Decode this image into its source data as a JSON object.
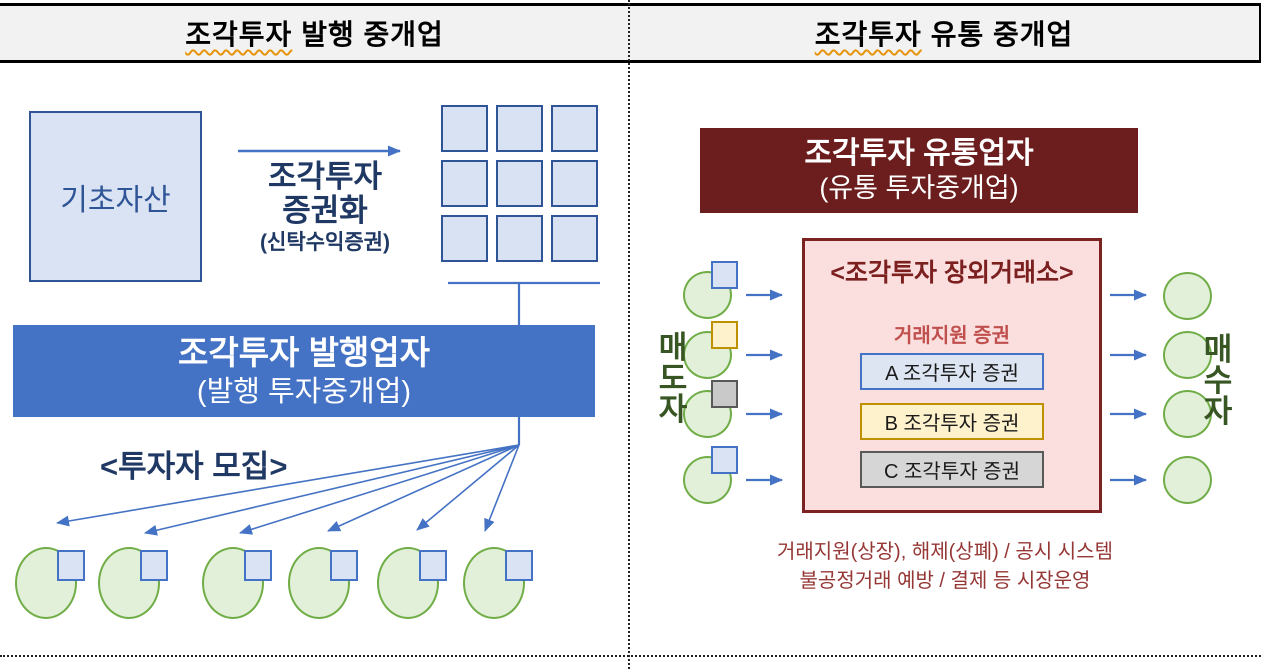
{
  "header": {
    "left_title": {
      "underlined": "조각투자",
      "rest": "발행 중개업"
    },
    "right_title": {
      "underlined": "조각투자",
      "rest": "유통 중개업"
    }
  },
  "left_panel": {
    "asset_box_label": "기초자산",
    "securitization": {
      "line1": "조각투자",
      "line2": "증권화",
      "line3": "(신탁수익증권)"
    },
    "token_grid_cells": 9,
    "issuer_box": {
      "line1": "조각투자 발행업자",
      "line2": "(발행 투자중개업)"
    },
    "recruit_label": "<투자자 모집>",
    "investor_count": 6
  },
  "right_panel": {
    "distributor_box": {
      "line1": "조각투자 유통업자",
      "line2": "(유통 투자중개업)"
    },
    "exchange_box": {
      "title": "<조각투자 장외거래소>",
      "subtitle": "거래지원 증권",
      "certificates": [
        {
          "label": "A 조각투자 증권",
          "fill": "#DCE5F1",
          "border": "#4472C4"
        },
        {
          "label": "B 조각투자 증권",
          "fill": "#FEF2CC",
          "border": "#BF9000"
        },
        {
          "label": "C 조각투자 증권",
          "fill": "#D6D6D6",
          "border": "#595959"
        }
      ]
    },
    "seller_label": "매도자",
    "buyer_label": "매수자",
    "seller_count": 4,
    "buyer_count": 4,
    "seller_square_colors": [
      "blue",
      "yellow",
      "gray",
      "blue"
    ],
    "caption": {
      "line1": "거래지원(상장), 해제(상폐) / 공시 시스템",
      "line2": "불공정거래 예방 / 결제 등 시장운영"
    }
  },
  "colors": {
    "accent_blue": "#4472C4",
    "light_blue_fill": "#DAE3F3",
    "grid_border_blue": "#2F5597",
    "navy_text": "#1F3864",
    "green_fill": "#E2F0D9",
    "green_border": "#70AD47",
    "dark_green_text": "#375623",
    "dark_red_fill": "#6C1D1D",
    "pink_fill": "#FBDEDE",
    "pink_border": "#7B2222",
    "dark_red_text": "#7B1F1F",
    "red_text": "#C0504D",
    "caption_red": "#953735",
    "yellow_fill": "#FEF2CC",
    "yellow_border": "#BF9000",
    "gray_fill": "#D6D6D6",
    "gray_border": "#595959",
    "underline_orange": "#E6940C",
    "header_bg": "#F2F2F2"
  }
}
